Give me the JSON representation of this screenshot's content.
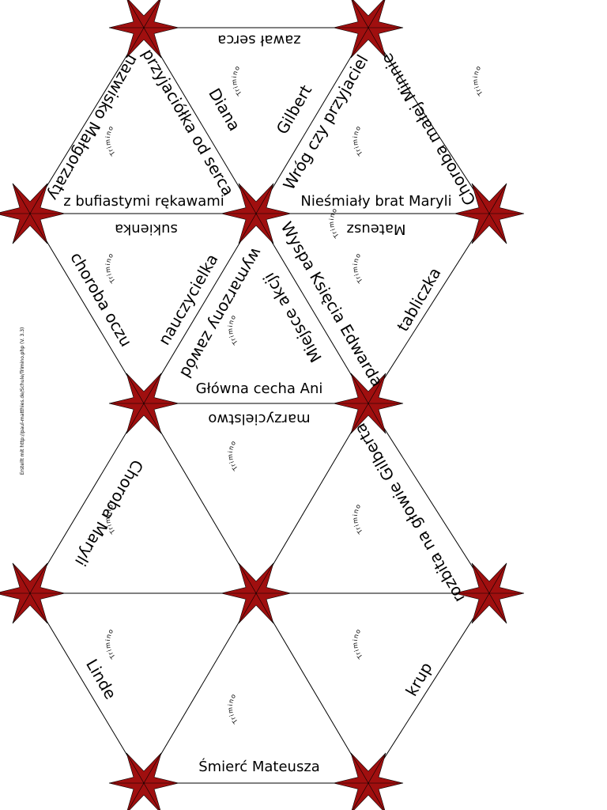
{
  "credit": "Erstellt mit http://paul-matthies.de/Schule/Trimino.php (V. 3.3)",
  "trimino_label": "Trimino",
  "colors": {
    "star": "#a00f0f",
    "line": "#000000",
    "paper": "#ffffff"
  },
  "labels": {
    "zawal_serca": "zawał serca",
    "diana": "Diana",
    "gilbert": "Gilbert",
    "nazwisko_malgorzaty": "nazwisko Małgorzaty",
    "przyjaciolka_od_serca": "przyjaciółka od serca",
    "wrog_czy_przyjaciel": "Wróg czy przyjaciel",
    "choroba_malej_minnie": "Choroba małej Minnie",
    "z_bufiastymi": "z bufiastymi rękawami",
    "niesmialy_brat": "Nieśmiały brat Maryli",
    "sukienka": "sukienka",
    "mateusz": "Mateusz",
    "choroba_oczu": "choroba oczu",
    "nauczycielka": "nauczycielka",
    "wymarzony_zawod": "wymarzony zawód",
    "miejsce_akcji": "Miejsce akcji",
    "wyspa_ksiecia": "Wyspa Księcia Edwarda",
    "tabliczka": "tabliczka",
    "glowna_cecha": "Główna cecha Ani",
    "marzycielstwo": "marzycielstwo",
    "choroba_maryli": "Choroba Maryli",
    "rozbita_na_glowie": "rozbita na głowie Gilberta",
    "linde": "Linde",
    "krup": "krup",
    "smierc_mateusza": "Śmierć Mateusza"
  }
}
